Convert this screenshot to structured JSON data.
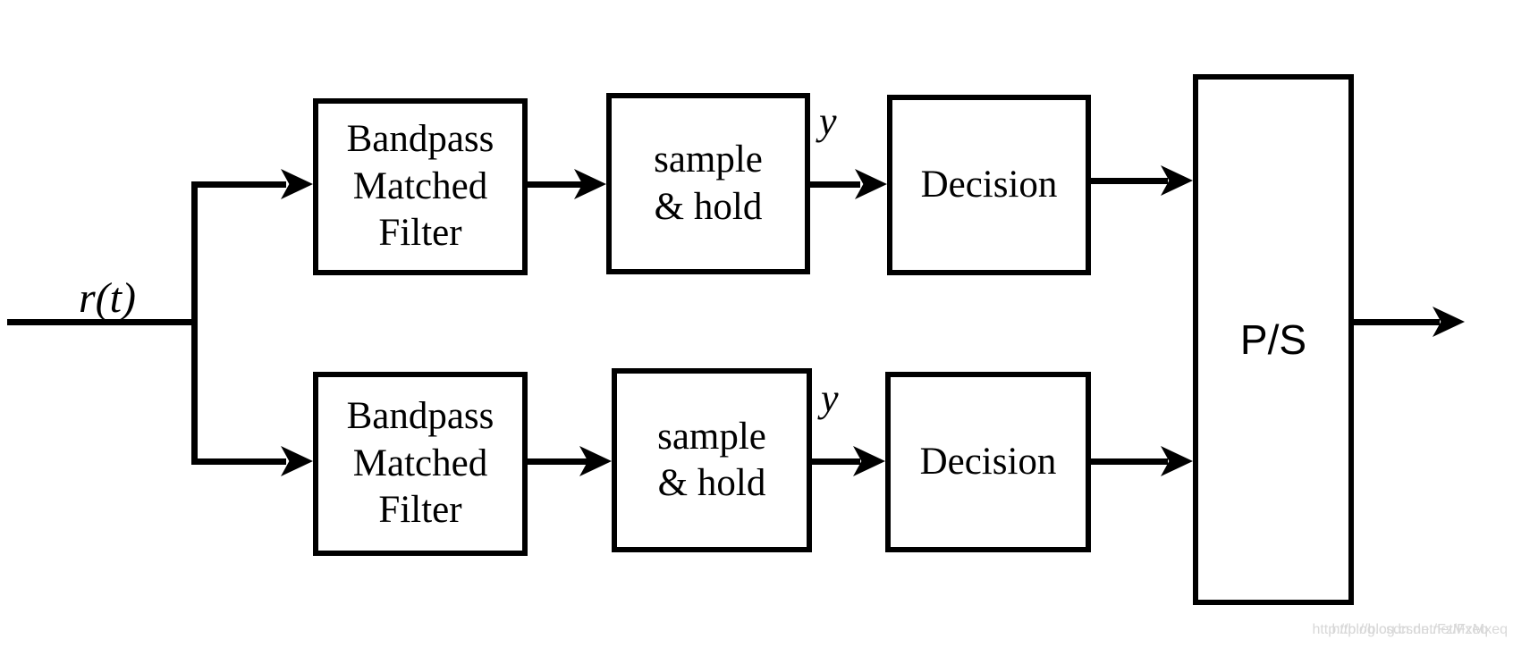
{
  "diagram": {
    "input_label": "r(t)",
    "ps_label": "P/S",
    "branches": [
      {
        "filter": "Bandpass\nMatched\nFilter",
        "sample_hold": "sample\n& hold",
        "signal_label": "y",
        "decision": "Decision"
      },
      {
        "filter": "Bandpass\nMatched\nFilter",
        "sample_hold": "sample\n& hold",
        "signal_label": "y",
        "decision": "Decision"
      }
    ],
    "watermark": "http://blog.csdn.net/FzMxeq",
    "colors": {
      "line": "#000000",
      "text": "#000000",
      "watermark": "#d8d8d8",
      "background": "#ffffff"
    }
  }
}
